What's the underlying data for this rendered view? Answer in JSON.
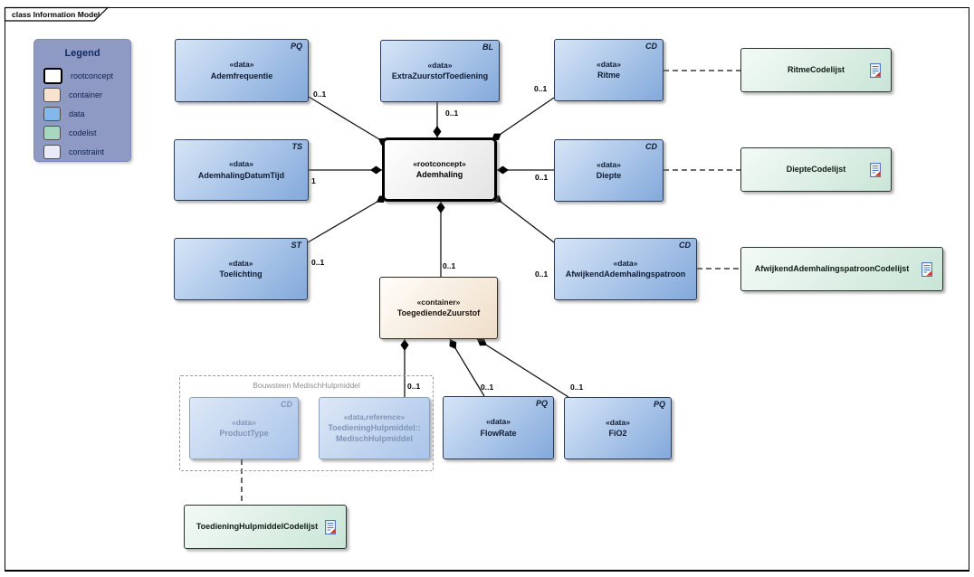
{
  "tab": {
    "label": "class Information Model"
  },
  "legend": {
    "title": "Legend",
    "items": [
      {
        "label": "rootconcept",
        "color": "#ffffff"
      },
      {
        "label": "container",
        "color": "#f7e3ce"
      },
      {
        "label": "data",
        "color": "#84b7ea"
      },
      {
        "label": "codelist",
        "color": "#a7d7be"
      },
      {
        "label": "constraint",
        "color": "#e9ebf9"
      }
    ]
  },
  "group": {
    "label": "Bouwsteen MedischHulpmiddel"
  },
  "nodes": {
    "ademfrequentie": {
      "stereotype": "«data»",
      "name": "Ademfrequentie",
      "type": "PQ"
    },
    "extrazuurstoftoediening": {
      "stereotype": "«data»",
      "name": "ExtraZuurstofToediening",
      "type": "BL"
    },
    "ritme": {
      "stereotype": "«data»",
      "name": "Ritme",
      "type": "CD"
    },
    "ritme_codelijst": {
      "name": "RitmeCodelijst"
    },
    "ademhalingdatumtijd": {
      "stereotype": "«data»",
      "name": "AdemhalingDatumTijd",
      "type": "TS"
    },
    "ademhaling": {
      "stereotype": "«rootconcept»",
      "name": "Ademhaling"
    },
    "diepte": {
      "stereotype": "«data»",
      "name": "Diepte",
      "type": "CD"
    },
    "diepte_codelijst": {
      "name": "DiepteCodelijst"
    },
    "toelichting": {
      "stereotype": "«data»",
      "name": "Toelichting",
      "type": "ST"
    },
    "afwijkend_ademhalingspatroon": {
      "stereotype": "«data»",
      "name": "AfwijkendAdemhalingspatroon",
      "type": "CD"
    },
    "afwijkend_codelijst": {
      "name": "AfwijkendAdemhalingspatroonCodelijst"
    },
    "toegediende_zuurstof": {
      "stereotype": "«container»",
      "name": "ToegediendeZuurstof"
    },
    "producttype": {
      "stereotype": "«data»",
      "name": "ProductType",
      "type": "CD"
    },
    "medischhulpmiddel": {
      "stereotype": "«data,reference»",
      "name_line1": "ToedieningHulpmiddel::",
      "name_line2": "MedischHulpmiddel"
    },
    "flowrate": {
      "stereotype": "«data»",
      "name": "FlowRate",
      "type": "PQ"
    },
    "fio2": {
      "stereotype": "«data»",
      "name": "FiO2",
      "type": "PQ"
    },
    "toedieninghulpmiddel_codelijst": {
      "name": "ToedieningHulpmiddelCodelijst"
    }
  },
  "multiplicities": [
    "0..1",
    "0..1",
    "0..1",
    "1",
    "0..1",
    "0..1",
    "0..1",
    "0..1",
    "0..1",
    "0..1",
    "0..1"
  ],
  "colors": {
    "data_fill": "#84b7ea",
    "codelist_fill": "#a7d7be",
    "container_fill": "#f7e3ce",
    "constraint_fill": "#e9ebf9",
    "rootconcept_fill": "#ffffff",
    "legend_background": "#8e9ac4",
    "line": "#151515"
  }
}
